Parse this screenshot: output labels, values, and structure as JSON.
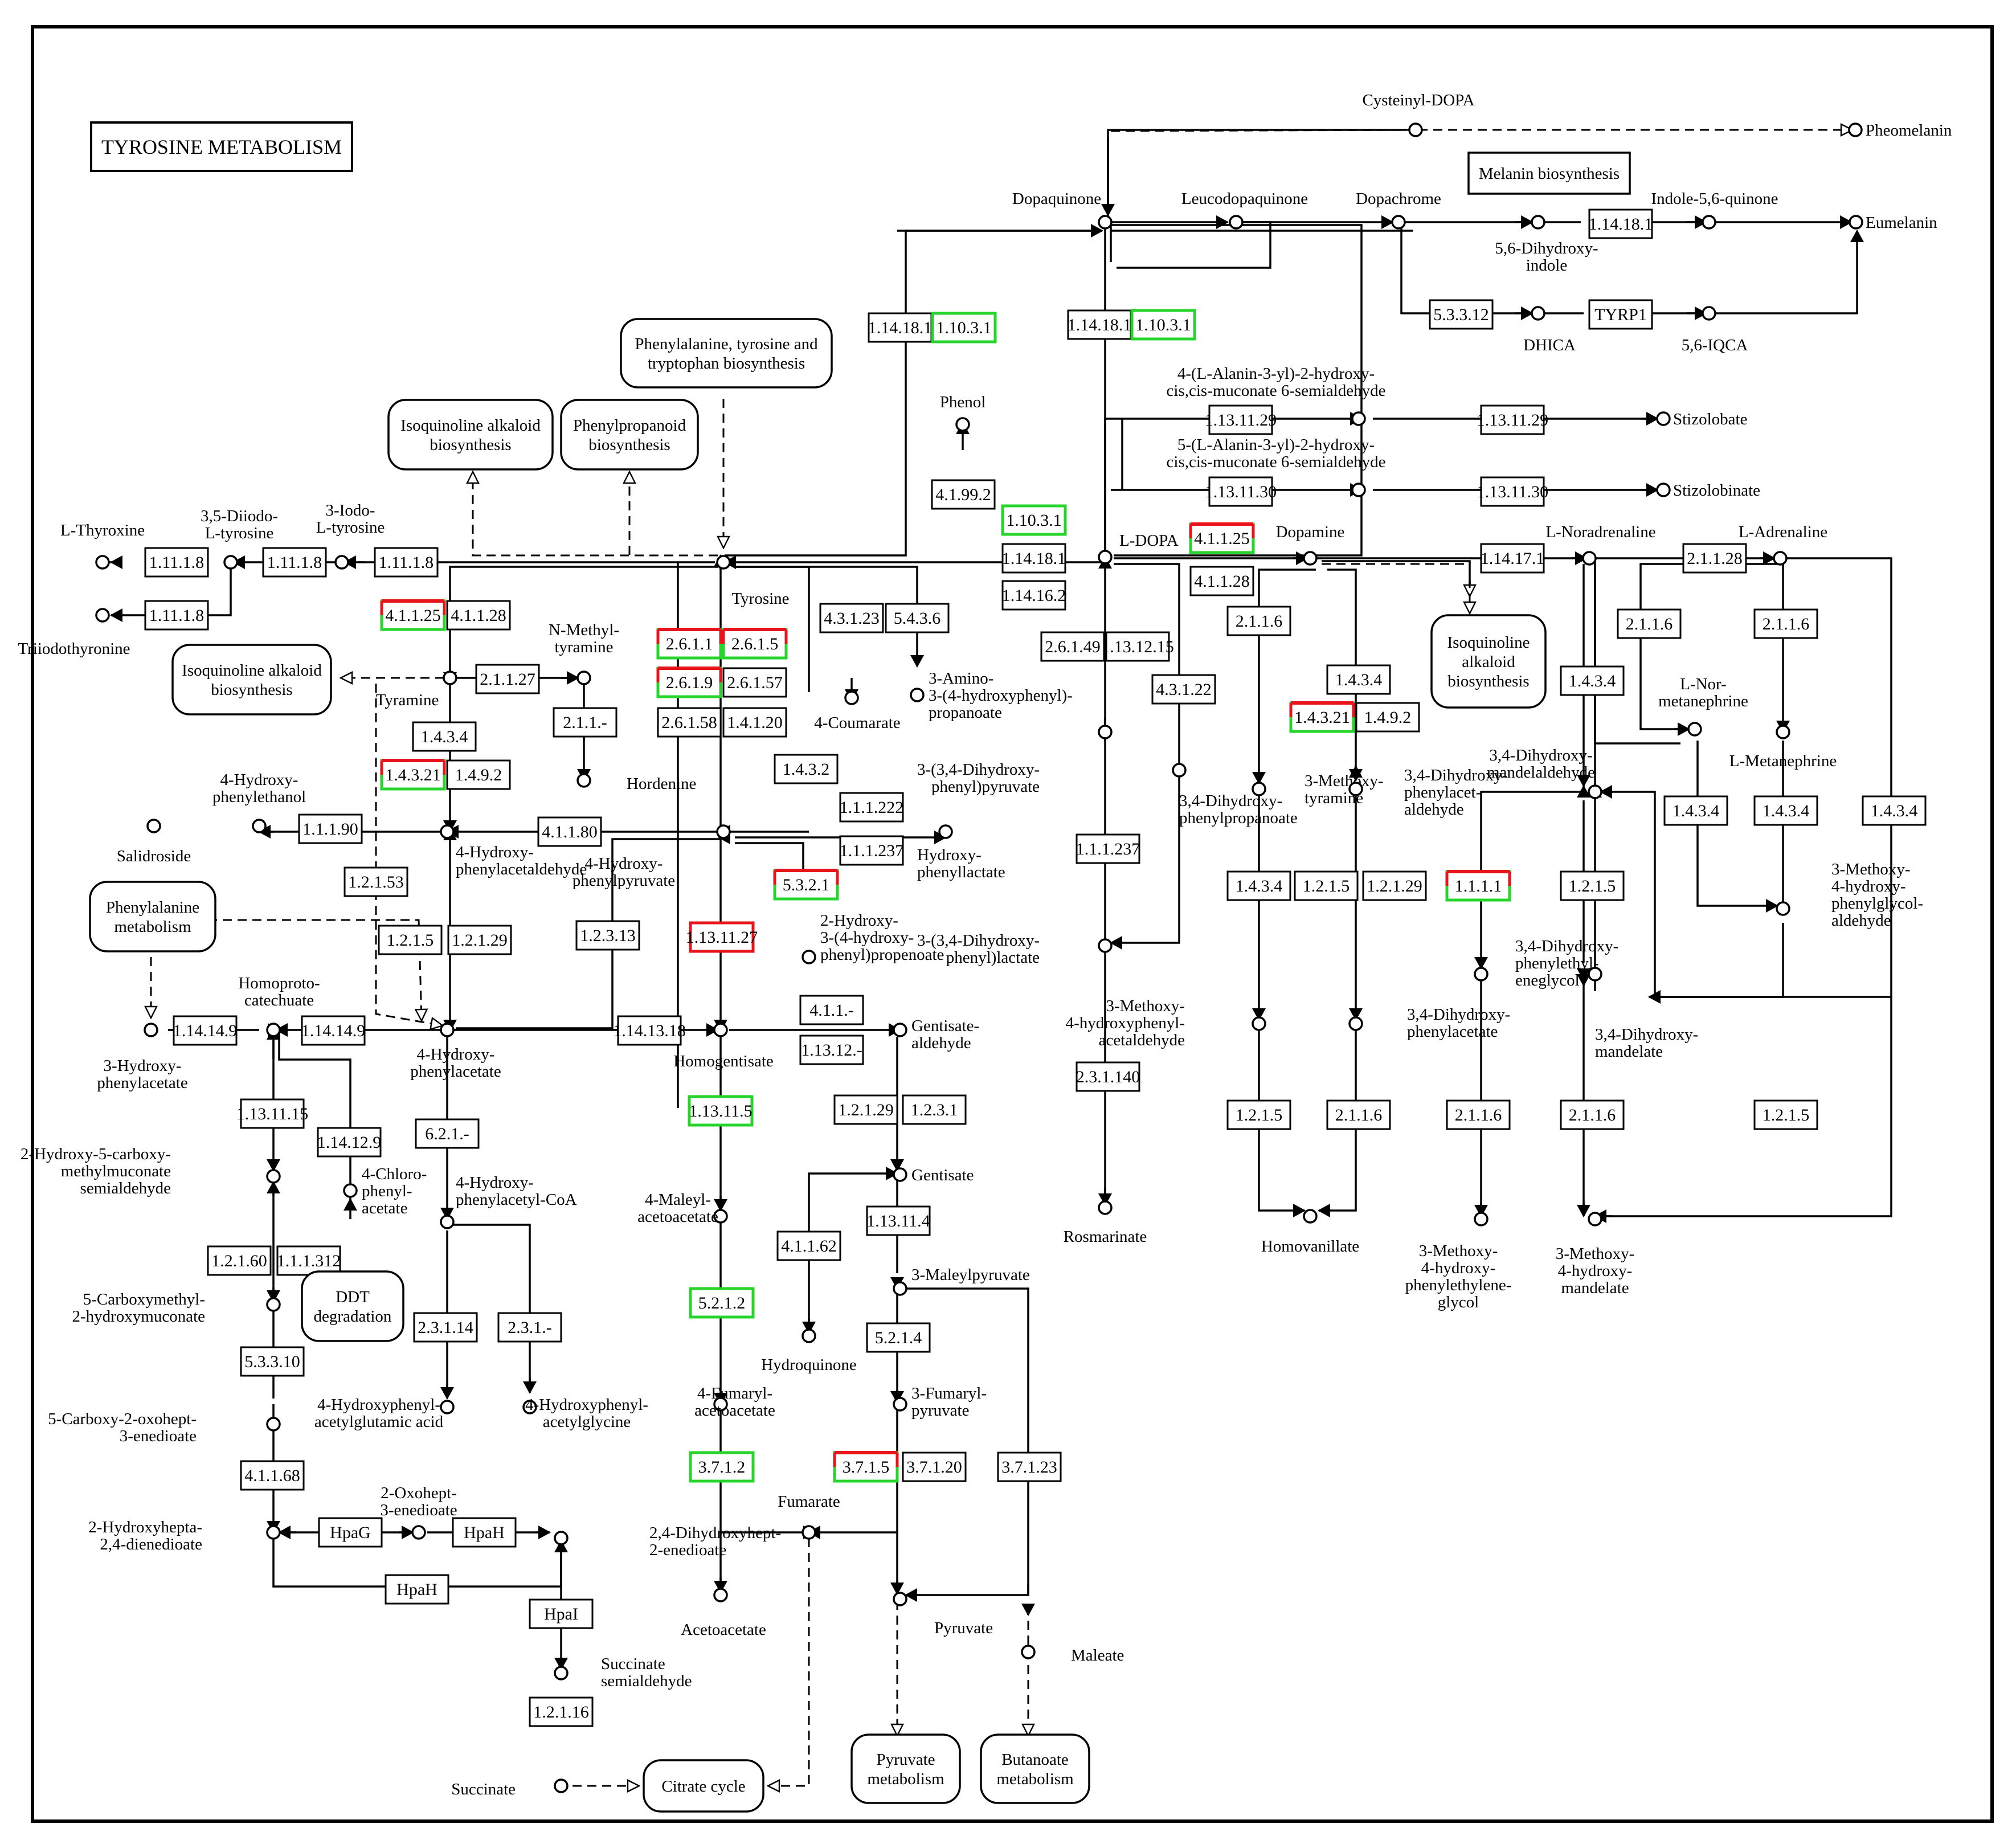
{
  "title": "TYROSINE METABOLISM",
  "colors": {
    "background": "#ffffff",
    "stroke": "#000000",
    "highlight_red": "#e8141b",
    "highlight_green": "#26d42b"
  },
  "enzymes": [
    {
      "id": "e1",
      "label": "1.14.18.1"
    },
    {
      "id": "e2",
      "label": "1.10.3.1",
      "status": "green"
    },
    {
      "id": "e3",
      "label": "1.14.18.1"
    },
    {
      "id": "e4",
      "label": "1.10.3.1",
      "status": "green"
    },
    {
      "id": "e5",
      "label": "1.14.18.1"
    },
    {
      "id": "e6",
      "label": "5.3.3.12"
    },
    {
      "id": "e7",
      "label": "TYRP1"
    },
    {
      "id": "e8",
      "label": "1.13.11.29"
    },
    {
      "id": "e9",
      "label": "1.13.11.29"
    },
    {
      "id": "e10",
      "label": "1.13.11.30"
    },
    {
      "id": "e11",
      "label": "1.13.11.30"
    },
    {
      "id": "e12",
      "label": "4.1.99.2"
    },
    {
      "id": "e13",
      "label": "1.10.3.1",
      "status": "green"
    },
    {
      "id": "e14",
      "label": "1.14.18.1"
    },
    {
      "id": "e15",
      "label": "1.14.16.2"
    },
    {
      "id": "e16",
      "label": "4.1.1.25",
      "status": "red-green"
    },
    {
      "id": "e17",
      "label": "4.1.1.28"
    },
    {
      "id": "e18",
      "label": "1.14.17.1"
    },
    {
      "id": "e19",
      "label": "2.1.1.28"
    },
    {
      "id": "e20",
      "label": "1.11.1.8"
    },
    {
      "id": "e21",
      "label": "1.11.1.8"
    },
    {
      "id": "e22",
      "label": "1.11.1.8"
    },
    {
      "id": "e23",
      "label": "1.11.1.8"
    },
    {
      "id": "e24",
      "label": "4.1.1.25",
      "status": "red-green"
    },
    {
      "id": "e25",
      "label": "4.1.1.28"
    },
    {
      "id": "e26",
      "label": "2.1.1.27"
    },
    {
      "id": "e27",
      "label": "2.1.1.-"
    },
    {
      "id": "e28",
      "label": "1.4.3.4"
    },
    {
      "id": "e29",
      "label": "1.4.3.21",
      "status": "red-green"
    },
    {
      "id": "e30",
      "label": "1.4.9.2"
    },
    {
      "id": "e31",
      "label": "1.1.1.90"
    },
    {
      "id": "e32",
      "label": "1.2.1.53"
    },
    {
      "id": "e33",
      "label": "1.2.1.5"
    },
    {
      "id": "e34",
      "label": "1.2.1.29"
    },
    {
      "id": "e35",
      "label": "4.1.1.80"
    },
    {
      "id": "e36",
      "label": "1.2.3.13"
    },
    {
      "id": "e37",
      "label": "2.6.1.1",
      "status": "red-green"
    },
    {
      "id": "e38",
      "label": "2.6.1.5",
      "status": "red-green"
    },
    {
      "id": "e39",
      "label": "2.6.1.9",
      "status": "red-green"
    },
    {
      "id": "e40",
      "label": "2.6.1.57"
    },
    {
      "id": "e41",
      "label": "2.6.1.58"
    },
    {
      "id": "e42",
      "label": "1.4.1.20"
    },
    {
      "id": "e43",
      "label": "4.3.1.23"
    },
    {
      "id": "e44",
      "label": "5.4.3.6"
    },
    {
      "id": "e45",
      "label": "1.4.3.2"
    },
    {
      "id": "e46",
      "label": "1.1.1.222"
    },
    {
      "id": "e47",
      "label": "1.1.1.237"
    },
    {
      "id": "e48",
      "label": "5.3.2.1",
      "status": "red-green"
    },
    {
      "id": "e49",
      "label": "1.13.11.27",
      "status": "red"
    },
    {
      "id": "e50",
      "label": "1.14.14.9"
    },
    {
      "id": "e51",
      "label": "1.14.14.9"
    },
    {
      "id": "e52",
      "label": "1.14.13.18"
    },
    {
      "id": "e53",
      "label": "4.1.1.-"
    },
    {
      "id": "e54",
      "label": "1.13.12.-"
    },
    {
      "id": "e55",
      "label": "1.13.11.15"
    },
    {
      "id": "e56",
      "label": "1.14.12.9"
    },
    {
      "id": "e57",
      "label": "6.2.1.-"
    },
    {
      "id": "e58",
      "label": "1.13.11.5",
      "status": "green"
    },
    {
      "id": "e59",
      "label": "1.2.1.29"
    },
    {
      "id": "e60",
      "label": "1.2.3.1"
    },
    {
      "id": "e61",
      "label": "4.1.1.62"
    },
    {
      "id": "e62",
      "label": "1.13.11.4"
    },
    {
      "id": "e63",
      "label": "1.2.1.60"
    },
    {
      "id": "e64",
      "label": "1.1.1.312"
    },
    {
      "id": "e65",
      "label": "5.2.1.2",
      "status": "green"
    },
    {
      "id": "e66",
      "label": "5.2.1.4"
    },
    {
      "id": "e67",
      "label": "2.3.1.14"
    },
    {
      "id": "e68",
      "label": "2.3.1.-"
    },
    {
      "id": "e69",
      "label": "5.3.3.10"
    },
    {
      "id": "e70",
      "label": "3.7.1.2",
      "status": "green"
    },
    {
      "id": "e71",
      "label": "3.7.1.5",
      "status": "red-green"
    },
    {
      "id": "e72",
      "label": "3.7.1.20"
    },
    {
      "id": "e73",
      "label": "3.7.1.23"
    },
    {
      "id": "e74",
      "label": "4.1.1.68"
    },
    {
      "id": "e75",
      "label": "HpaG"
    },
    {
      "id": "e76",
      "label": "HpaH"
    },
    {
      "id": "e77",
      "label": "HpaH"
    },
    {
      "id": "e78",
      "label": "HpaI"
    },
    {
      "id": "e79",
      "label": "1.2.1.16"
    },
    {
      "id": "e80",
      "label": "2.6.1.49"
    },
    {
      "id": "e81",
      "label": "1.13.12.15"
    },
    {
      "id": "e82",
      "label": "4.3.1.22"
    },
    {
      "id": "e83",
      "label": "1.1.1.237"
    },
    {
      "id": "e84",
      "label": "2.3.1.140"
    },
    {
      "id": "e85",
      "label": "2.1.1.6"
    },
    {
      "id": "e86",
      "label": "1.4.3.4"
    },
    {
      "id": "e87",
      "label": "1.4.3.21",
      "status": "red-green"
    },
    {
      "id": "e88",
      "label": "1.4.9.2"
    },
    {
      "id": "e89",
      "label": "1.4.3.4"
    },
    {
      "id": "e90",
      "label": "1.2.1.5"
    },
    {
      "id": "e91",
      "label": "1.2.1.29"
    },
    {
      "id": "e92",
      "label": "1.2.1.5"
    },
    {
      "id": "e93",
      "label": "2.1.1.6"
    },
    {
      "id": "e94",
      "label": "1.1.1.1",
      "status": "red-green"
    },
    {
      "id": "e95",
      "label": "2.1.1.6"
    },
    {
      "id": "e96",
      "label": "2.1.1.6"
    },
    {
      "id": "e97",
      "label": "1.4.3.4"
    },
    {
      "id": "e98",
      "label": "1.2.1.5"
    },
    {
      "id": "e99",
      "label": "2.1.1.6"
    },
    {
      "id": "e100",
      "label": "2.1.1.6"
    },
    {
      "id": "e101",
      "label": "1.4.3.4"
    },
    {
      "id": "e102",
      "label": "1.4.3.4"
    },
    {
      "id": "e103",
      "label": "1.4.3.4"
    },
    {
      "id": "e104",
      "label": "1.2.1.5"
    }
  ],
  "compounds": [
    {
      "id": "c1",
      "label": "Cysteinyl-DOPA"
    },
    {
      "id": "c2",
      "label": "Pheomelanin"
    },
    {
      "id": "c3",
      "label": "Dopaquinone"
    },
    {
      "id": "c4",
      "label": "Leucodopaquinone"
    },
    {
      "id": "c5",
      "label": "Dopachrome"
    },
    {
      "id": "c6",
      "label": "5,6-Dihydroxy-\nindole"
    },
    {
      "id": "c7",
      "label": "Indole-5,6-quinone"
    },
    {
      "id": "c8",
      "label": "Eumelanin"
    },
    {
      "id": "c9",
      "label": "DHICA"
    },
    {
      "id": "c10",
      "label": "5,6-IQCA"
    },
    {
      "id": "c11",
      "label": "4-(L-Alanin-3-yl)-2-hydroxy-\ncis,cis-muconate 6-semialdehyde"
    },
    {
      "id": "c12",
      "label": "Stizolobate"
    },
    {
      "id": "c13",
      "label": "5-(L-Alanin-3-yl)-2-hydroxy-\ncis,cis-muconate 6-semialdehyde"
    },
    {
      "id": "c14",
      "label": "Stizolobinate"
    },
    {
      "id": "c15",
      "label": "Phenol"
    },
    {
      "id": "c16",
      "label": "L-DOPA"
    },
    {
      "id": "c17",
      "label": "Dopamine"
    },
    {
      "id": "c18",
      "label": "L-Noradrenaline"
    },
    {
      "id": "c19",
      "label": "L-Adrenaline"
    },
    {
      "id": "c20",
      "label": "L-Thyroxine"
    },
    {
      "id": "c21",
      "label": "3,5-Diiodo-\nL-tyrosine"
    },
    {
      "id": "c22",
      "label": "3-Iodo-\nL-tyrosine"
    },
    {
      "id": "c23",
      "label": "Triiodothyronine"
    },
    {
      "id": "c24",
      "label": "Tyrosine"
    },
    {
      "id": "c25",
      "label": "Tyramine"
    },
    {
      "id": "c26",
      "label": "N-Methyl-\ntyramine"
    },
    {
      "id": "c27",
      "label": "Hordenine"
    },
    {
      "id": "c28",
      "label": "4-Coumarate"
    },
    {
      "id": "c29",
      "label": "3-Amino-\n3-(4-hydroxyphenyl)-\npropanoate"
    },
    {
      "id": "c30",
      "label": "4-Hydroxy-\nphenylethanol"
    },
    {
      "id": "c31",
      "label": "Salidroside"
    },
    {
      "id": "c32",
      "label": "4-Hydroxy-\nphenylacetaldehyde"
    },
    {
      "id": "c33",
      "label": "4-Hydroxy-\nphenylpyruvate"
    },
    {
      "id": "c34",
      "label": "Hydroxy-\nphenyllactate"
    },
    {
      "id": "c35",
      "label": "2-Hydroxy-\n3-(4-hydroxy-\nphenyl)propenoate"
    },
    {
      "id": "c36",
      "label": "Homoproto-\ncatechuate"
    },
    {
      "id": "c37",
      "label": "3-Hydroxy-\nphenylacetate"
    },
    {
      "id": "c38",
      "label": "4-Hydroxy-\nphenylacetate"
    },
    {
      "id": "c39",
      "label": "Homogentisate"
    },
    {
      "id": "c40",
      "label": "Gentisate-\naldehyde"
    },
    {
      "id": "c41",
      "label": "Gentisate"
    },
    {
      "id": "c42",
      "label": "2-Hydroxy-5-carboxy-\nmethylmuconate\nsemialdehyde"
    },
    {
      "id": "c43",
      "label": "4-Chloro-\nphenyl-\nacetate"
    },
    {
      "id": "c44",
      "label": "4-Hydroxy-\nphenylacetyl-CoA"
    },
    {
      "id": "c45",
      "label": "4-Maleyl-\nacetoacetate"
    },
    {
      "id": "c46",
      "label": "Hydroquinone"
    },
    {
      "id": "c47",
      "label": "3-Maleylpyruvate"
    },
    {
      "id": "c48",
      "label": "5-Carboxymethyl-\n2-hydroxymuconate"
    },
    {
      "id": "c49",
      "label": "4-Hydroxyphenyl-\nacetylglutamic acid"
    },
    {
      "id": "c50",
      "label": "4-Hydroxyphenyl-\nacetylglycine"
    },
    {
      "id": "c51",
      "label": "4-Fumaryl-\nacetoacetate"
    },
    {
      "id": "c52",
      "label": "3-Fumaryl-\npyruvate"
    },
    {
      "id": "c53",
      "label": "5-Carboxy-2-oxohept-\n3-enedioate"
    },
    {
      "id": "c54",
      "label": "Fumarate"
    },
    {
      "id": "c55",
      "label": "2-Oxohept-\n3-enedioate"
    },
    {
      "id": "c56",
      "label": "2-Hydroxyhepta-\n2,4-dienedioate"
    },
    {
      "id": "c57",
      "label": "2,4-Dihydroxyhept-\n2-enedioate"
    },
    {
      "id": "c58",
      "label": "Acetoacetate"
    },
    {
      "id": "c59",
      "label": "Pyruvate"
    },
    {
      "id": "c60",
      "label": "Maleate"
    },
    {
      "id": "c61",
      "label": "Succinate\nsemialdehyde"
    },
    {
      "id": "c62",
      "label": "Succinate"
    },
    {
      "id": "c63",
      "label": "3-(3,4-Dihydroxy-\nphenyl)pyruvate"
    },
    {
      "id": "c64",
      "label": "3,4-Dihydroxy-\nphenylpropanoate"
    },
    {
      "id": "c65",
      "label": "3-(3,4-Dihydroxy-\nphenyl)lactate"
    },
    {
      "id": "c66",
      "label": "Rosmarinate"
    },
    {
      "id": "c67",
      "label": "3-Methoxy-\ntyramine"
    },
    {
      "id": "c68",
      "label": "3,4-Dihydroxy-\nphenylacet-\naldehyde"
    },
    {
      "id": "c69",
      "label": "3-Methoxy-\n4-hydroxyphenyl-\nacetaldehyde"
    },
    {
      "id": "c70",
      "label": "3,4-Dihydroxy-\nphenylacetate"
    },
    {
      "id": "c71",
      "label": "Homovanillate"
    },
    {
      "id": "c72",
      "label": "L-Nor-\nmetanephrine"
    },
    {
      "id": "c73",
      "label": "L-Metanephrine"
    },
    {
      "id": "c74",
      "label": "3,4-Dihydroxy-\nmandelaldehyde"
    },
    {
      "id": "c75",
      "label": "3-Methoxy-\n4-hydroxy-\nphenylglycol-\naldehyde"
    },
    {
      "id": "c76",
      "label": "3,4-Dihydroxy-\nphenylethyl-\neneglycol"
    },
    {
      "id": "c77",
      "label": "3,4-Dihydroxy-\nmandelate"
    },
    {
      "id": "c78",
      "label": "3-Methoxy-\n4-hydroxy-\nphenylethylene-\nglycol"
    },
    {
      "id": "c79",
      "label": "3-Methoxy-\n4-hydroxy-\nmandelate"
    }
  ],
  "pathways": [
    {
      "id": "p1",
      "label": "Melanin biosynthesis"
    },
    {
      "id": "p2",
      "label": "Phenylalanine, tyrosine and\ntryptophan biosynthesis"
    },
    {
      "id": "p3",
      "label": "Isoquinoline alkaloid\nbiosynthesis"
    },
    {
      "id": "p4",
      "label": "Phenylpropanoid\nbiosynthesis"
    },
    {
      "id": "p5",
      "label": "Isoquinoline alkaloid\nbiosynthesis"
    },
    {
      "id": "p6",
      "label": "Isoquinoline\nalkaloid\nbiosynthesis"
    },
    {
      "id": "p7",
      "label": "Phenylalanine\nmetabolism"
    },
    {
      "id": "p8",
      "label": "DDT\ndegradation"
    },
    {
      "id": "p9",
      "label": "Citrate cycle"
    },
    {
      "id": "p10",
      "label": "Pyruvate\nmetabolism"
    },
    {
      "id": "p11",
      "label": "Butanoate\nmetabolism"
    }
  ]
}
